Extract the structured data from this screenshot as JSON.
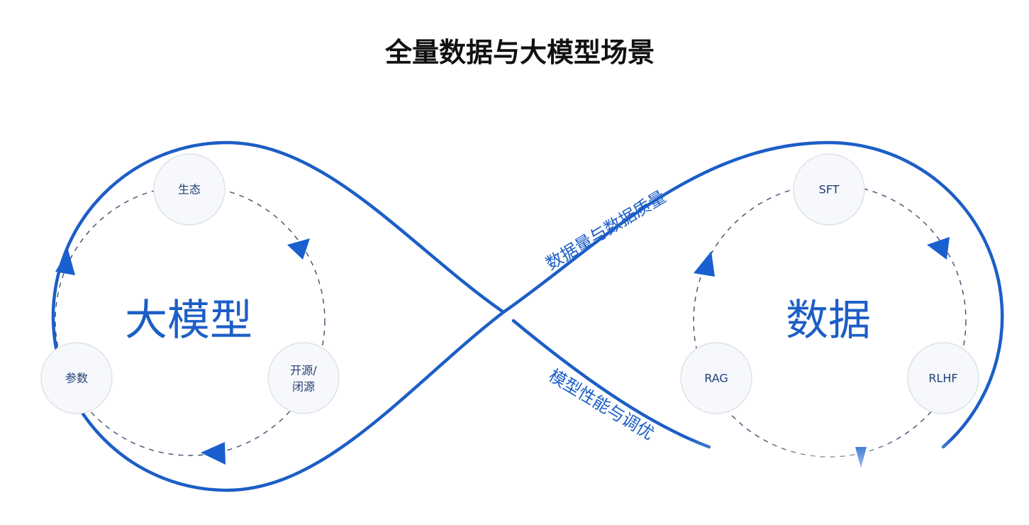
{
  "title": "全量数据与大模型场景",
  "left_loop": {
    "center_label": "大模型",
    "nodes": [
      {
        "id": "ecosystem",
        "label": "生态"
      },
      {
        "id": "open-closed",
        "label_line1": "开源/",
        "label_line2": "闭源"
      },
      {
        "id": "parameters",
        "label": "参数"
      }
    ]
  },
  "right_loop": {
    "center_label": "数据",
    "nodes": [
      {
        "id": "sft",
        "label": "SFT"
      },
      {
        "id": "rlhf",
        "label": "RLHF"
      },
      {
        "id": "rag",
        "label": "RAG"
      }
    ]
  },
  "edges": {
    "upper_label": "数据量与数据质量",
    "lower_label": "模型性能与调优"
  },
  "colors": {
    "accent": "#1c5ec6",
    "arrow": "#1a5fd0",
    "node_fill": "#f6f8fb",
    "node_stroke": "#d7dde6",
    "title": "#111111"
  }
}
